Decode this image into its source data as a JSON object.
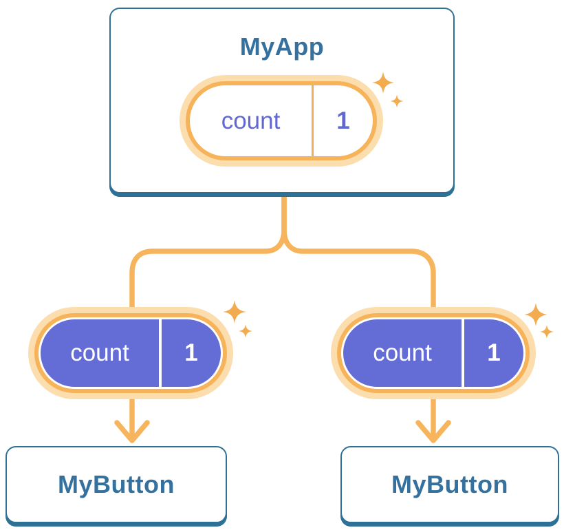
{
  "diagram": {
    "parent": {
      "title": "MyApp",
      "state": {
        "name": "count",
        "value": "1"
      }
    },
    "children": [
      {
        "title": "MyButton",
        "prop": {
          "name": "count",
          "value": "1"
        }
      },
      {
        "title": "MyButton",
        "prop": {
          "name": "count",
          "value": "1"
        }
      }
    ]
  },
  "icons": {
    "sparkle": "four-point-star-sparkle",
    "arrow": "arrow-down"
  },
  "colors": {
    "card_border_blue": "#2E7196",
    "card_background": "#FFFFFF",
    "heading_text_blue": "#35719F",
    "pill_purple_fill": "#646CD6",
    "pill_text_purple": "#6168D1",
    "pill_text_white": "#FFFFFF",
    "pill_ring_orange": "#F7B35A",
    "pill_halo_orange": "#FBDDAE",
    "connector_orange": "#F6B55C",
    "sparkle_orange": "#F2AC4F"
  }
}
